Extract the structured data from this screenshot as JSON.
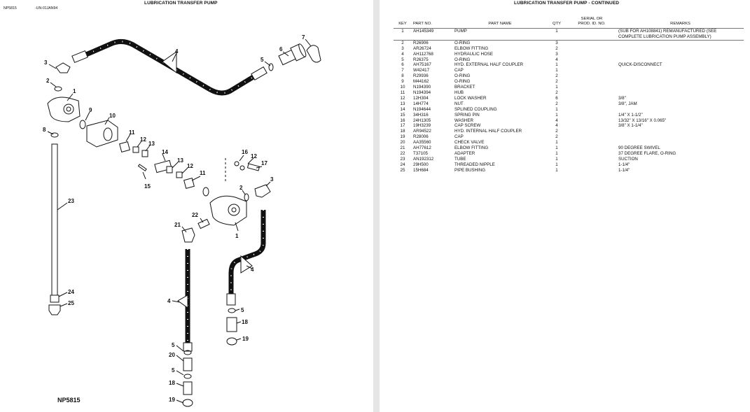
{
  "left_page": {
    "header_left": "NP5815",
    "header_code": "-UN-01JAN94",
    "title": "LUBRICATION TRANSFER PUMP",
    "figure_id": "NP5815",
    "callouts": {
      "c7": "7",
      "c4a": "4",
      "c6": "6",
      "c5a": "5",
      "c3a": "3",
      "c2a": "2",
      "c1a": "1",
      "c9": "9",
      "c10": "10",
      "c8": "8",
      "c11a": "11",
      "c12a": "12",
      "c13a": "13",
      "c14": "14",
      "c13b": "13",
      "c12b": "12",
      "c11b": "11",
      "c15": "15",
      "c16": "16",
      "c12c": "12",
      "c17": "17",
      "c2b": "2",
      "c3b": "3",
      "c22": "22",
      "c21": "21",
      "c1b": "1",
      "c23": "23",
      "c4b": "4",
      "c4c": "4",
      "c24": "24",
      "c25": "25",
      "c5b": "5",
      "c18a": "18",
      "c19a": "19",
      "c5c": "5",
      "c20": "20",
      "c5d": "5",
      "c18b": "18",
      "c19b": "19"
    }
  },
  "right_page": {
    "title": "LUBRICATION TRANSFER PUMP - CONTINUED",
    "columns": {
      "key": "KEY",
      "part_no": "PART NO.",
      "part_name": "PART NAME",
      "qty": "QTY",
      "serial": "SERIAL OR\nPROD. ID. NO.",
      "remarks": "REMARKS"
    },
    "rows": [
      {
        "key": "1",
        "part_no": "AH145349",
        "name": "PUMP",
        "qty": "1",
        "remarks": "(SUB FOR AH108841) REMANUFACTURED (SEE\n COMPLETE LUBRICATION PUMP ASSEMBLY)"
      },
      {
        "key": "2",
        "part_no": "R26906",
        "name": "O-RING",
        "qty": "3",
        "remarks": ""
      },
      {
        "key": "3",
        "part_no": "AR26724",
        "name": "ELBOW FITTING",
        "qty": "2",
        "remarks": ""
      },
      {
        "key": "4",
        "part_no": "AH112768",
        "name": "HYDRAULIC HOSE",
        "qty": "3",
        "remarks": ""
      },
      {
        "key": "5",
        "part_no": "R26375",
        "name": "O-RING",
        "qty": "4",
        "remarks": ""
      },
      {
        "key": "6",
        "part_no": "AH75167",
        "name": "HYD. EXTERNAL HALF COUPLER",
        "qty": "1",
        "remarks": "QUICK-DISCONNECT"
      },
      {
        "key": "7",
        "part_no": "W42417",
        "name": "CAP",
        "qty": "1",
        "remarks": ""
      },
      {
        "key": "8",
        "part_no": "R29936",
        "name": "O-RING",
        "qty": "2",
        "remarks": ""
      },
      {
        "key": "9",
        "part_no": "M44162",
        "name": "O-RING",
        "qty": "2",
        "remarks": ""
      },
      {
        "key": "10",
        "part_no": "N194390",
        "name": "BRACKET",
        "qty": "1",
        "remarks": ""
      },
      {
        "key": "11",
        "part_no": "N194394",
        "name": "HUB",
        "qty": "2",
        "remarks": ""
      },
      {
        "key": "12",
        "part_no": "12H304",
        "name": "LOCK WASHER",
        "qty": "6",
        "remarks": "3/8\""
      },
      {
        "key": "13",
        "part_no": "14H774",
        "name": "NUT",
        "qty": "2",
        "remarks": "3/8\", JAM"
      },
      {
        "key": "14",
        "part_no": "N194644",
        "name": "SPLINED COUPLING",
        "qty": "1",
        "remarks": ""
      },
      {
        "key": "15",
        "part_no": "34H316",
        "name": "SPRING PIN",
        "qty": "1",
        "remarks": "1/4\" X 1-1/2\""
      },
      {
        "key": "16",
        "part_no": "24H1305",
        "name": "WASHER",
        "qty": "4",
        "remarks": "13/32\" X 13/16\" X 0.065\""
      },
      {
        "key": "17",
        "part_no": "19H3239",
        "name": "CAP SCREW",
        "qty": "4",
        "remarks": "3/8\" X 1-1/4\""
      },
      {
        "key": "18",
        "part_no": "AR94522",
        "name": "HYD. INTERNAL HALF COUPLER",
        "qty": "2",
        "remarks": ""
      },
      {
        "key": "19",
        "part_no": "R28006",
        "name": "CAP",
        "qty": "2",
        "remarks": ""
      },
      {
        "key": "20",
        "part_no": "AA35560",
        "name": "CHECK VALVE",
        "qty": "1",
        "remarks": ""
      },
      {
        "key": "21",
        "part_no": "AH77612",
        "name": "ELBOW FITTING",
        "qty": "1",
        "remarks": "90 DEGREE SWIVEL"
      },
      {
        "key": "22",
        "part_no": "T37105",
        "name": "ADAPTER",
        "qty": "1",
        "remarks": "37 DEGREE FLARE, O-RING"
      },
      {
        "key": "23",
        "part_no": "AN192312",
        "name": "TUBE",
        "qty": "1",
        "remarks": "SUCTION"
      },
      {
        "key": "24",
        "part_no": "29H500",
        "name": "THREADED NIPPLE",
        "qty": "1",
        "remarks": "1-1/4\""
      },
      {
        "key": "25",
        "part_no": "15H684",
        "name": "PIPE BUSHING",
        "qty": "1",
        "remarks": "1-1/4\""
      }
    ]
  }
}
